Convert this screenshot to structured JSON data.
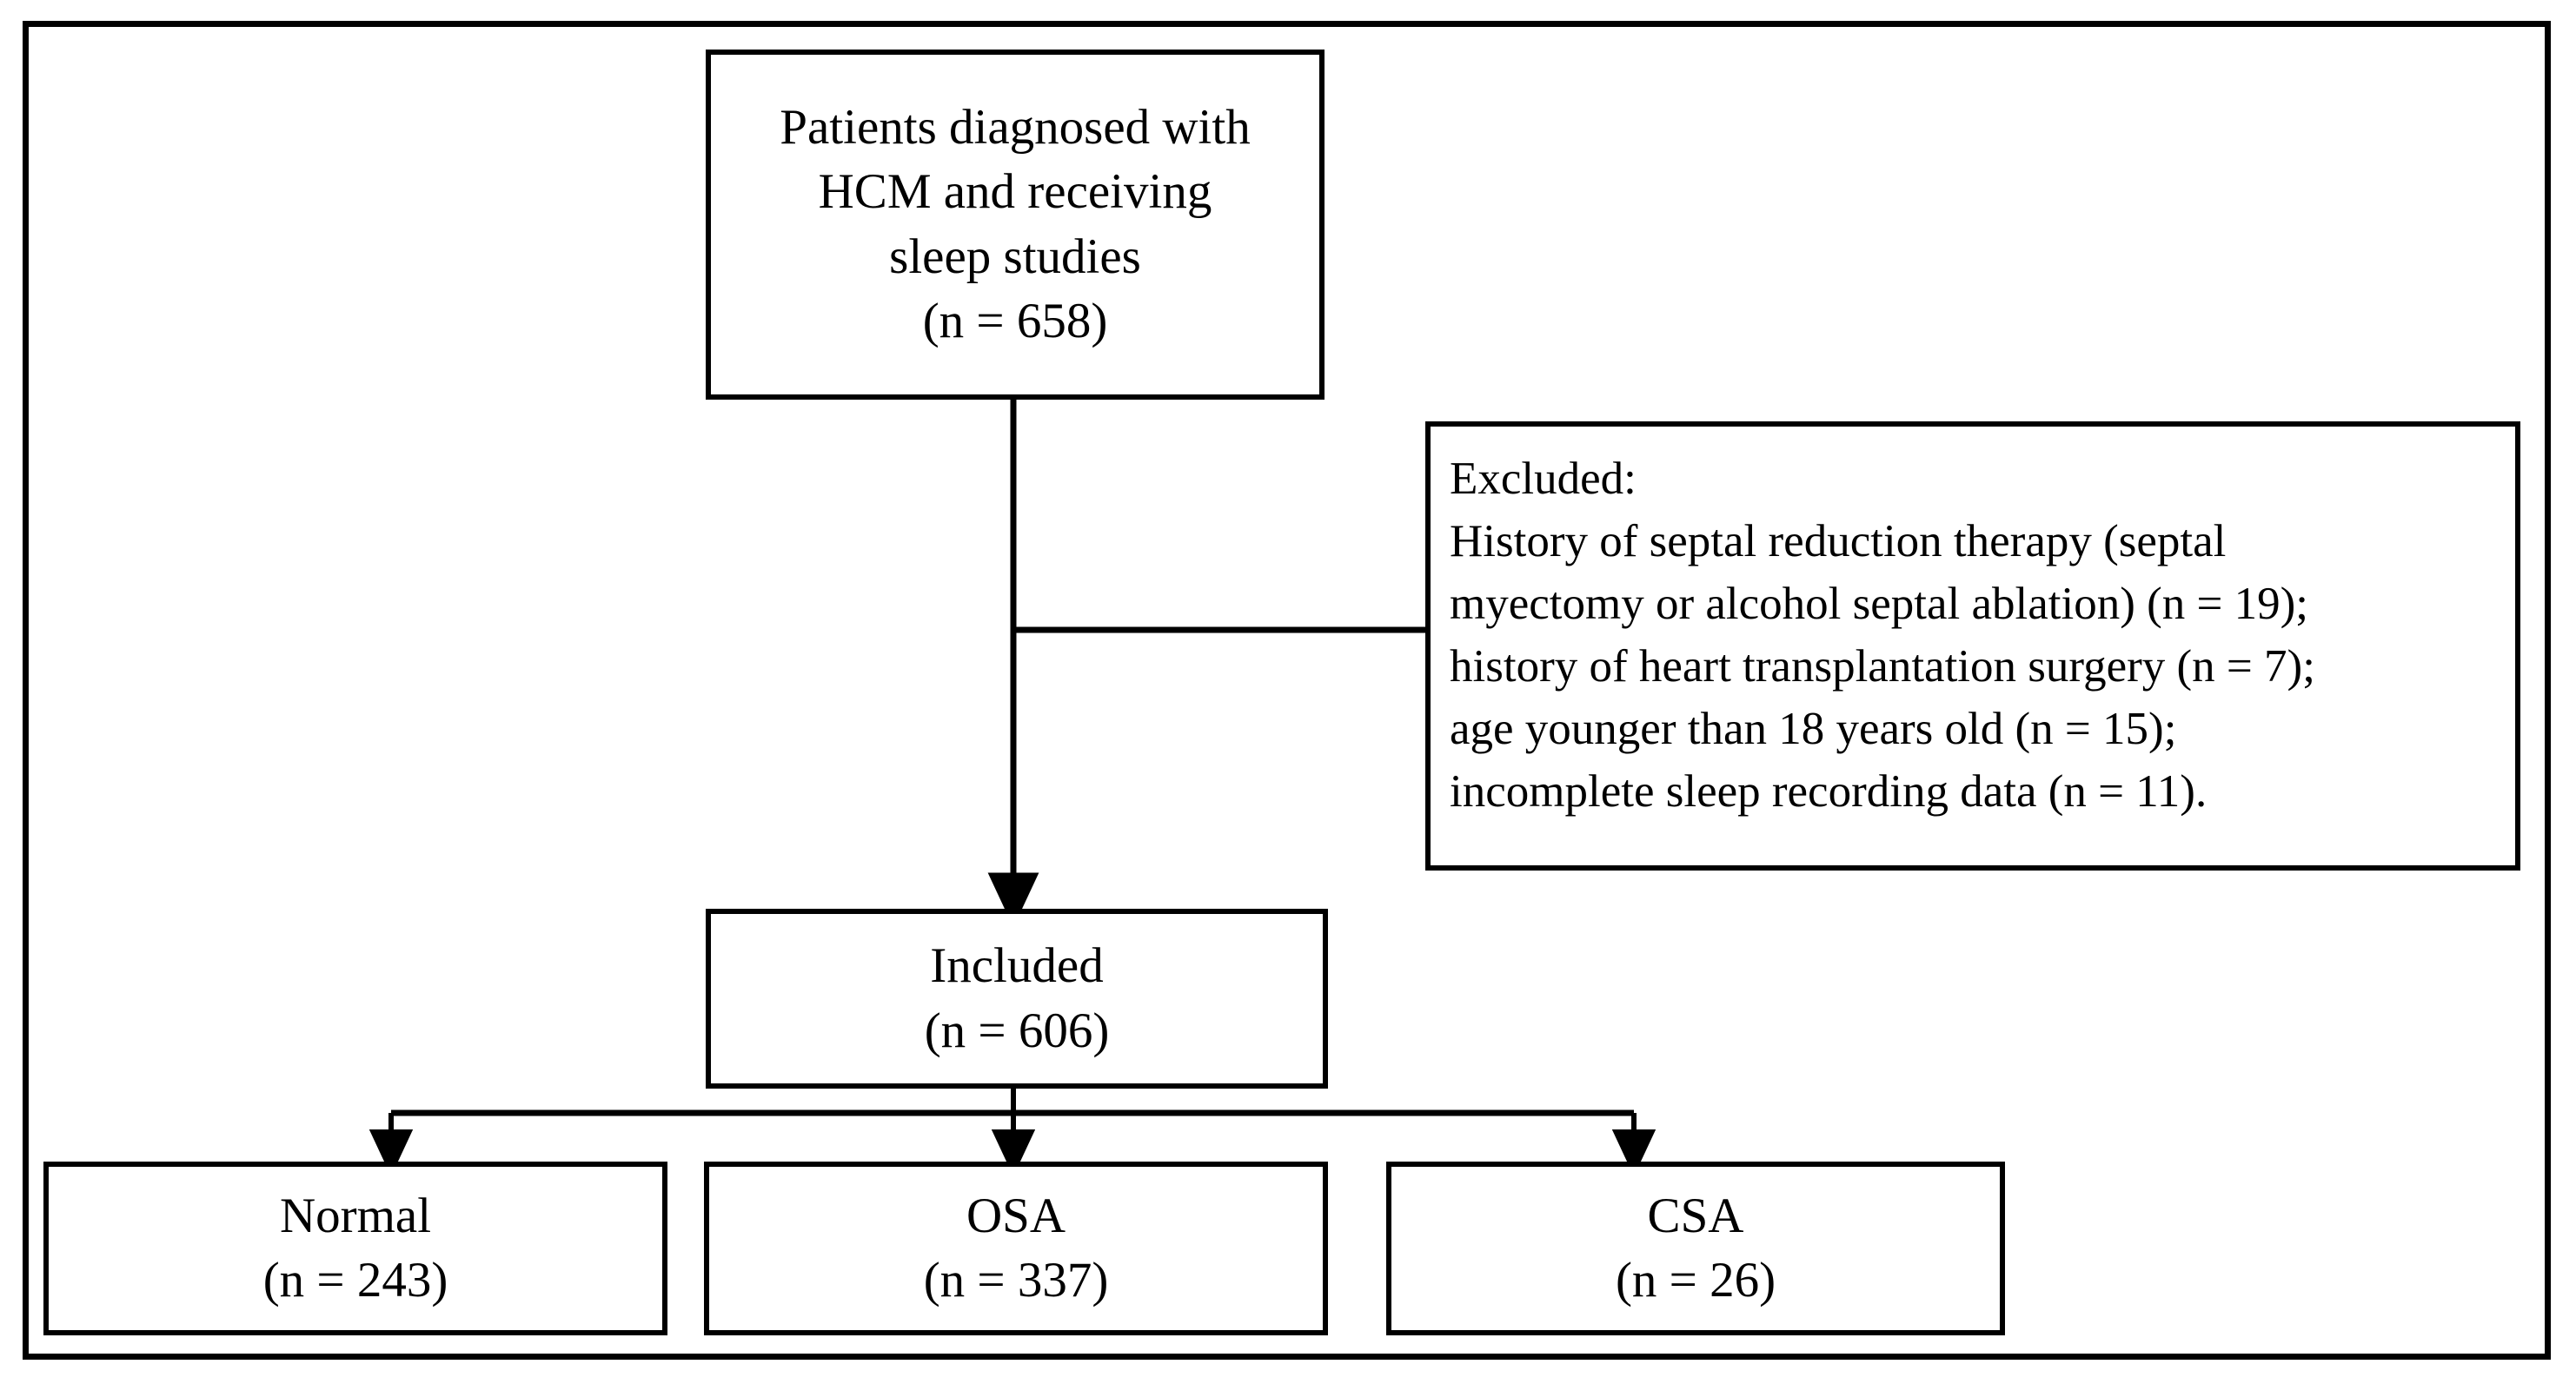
{
  "figure": {
    "type": "flow-diagram",
    "title_visible": false,
    "border_color": "#000000",
    "background_color": "#ffffff",
    "text_color": "#000000"
  },
  "boxes": {
    "enrolled": {
      "name": "enrolled-cohort-box",
      "lines": [
        "Patients diagnosed with",
        "HCM and receiving",
        "sleep studies",
        "(n = 658)"
      ],
      "n": 658
    },
    "excluded": {
      "name": "excluded-criteria-box",
      "lines": [
        "Excluded:",
        "History of septal reduction therapy (septal",
        "myectomy or alcohol septal ablation) (n = 19);",
        "history of heart transplantation surgery (n = 7);",
        "age younger than 18 years old (n = 15);",
        "incomplete sleep recording data (n = 11)."
      ],
      "criteria": [
        {
          "reason": "History of septal reduction therapy (septal myectomy or alcohol septal ablation)",
          "n": 19
        },
        {
          "reason": "history of heart transplantation surgery",
          "n": 7
        },
        {
          "reason": "age younger than 18 years old",
          "n": 15
        },
        {
          "reason": "incomplete sleep recording data",
          "n": 11
        }
      ]
    },
    "included": {
      "name": "included-cohort-box",
      "lines": [
        "Included",
        "(n = 606)"
      ],
      "n": 606
    },
    "groups": [
      {
        "name": "normal-group-box",
        "lines": [
          "Normal",
          "(n = 243)"
        ],
        "label": "Normal",
        "n": 243
      },
      {
        "name": "osa-group-box",
        "lines": [
          "OSA",
          "(n = 337)"
        ],
        "label": "OSA",
        "n": 337
      },
      {
        "name": "csa-group-box",
        "lines": [
          "CSA",
          "(n = 26)"
        ],
        "label": "CSA",
        "n": 26
      }
    ]
  },
  "connectors": {
    "enrolled_to_included": "vertical-arrow",
    "enrolled_to_excluded": "horizontal-branch-line",
    "included_to_groups": "three-way-branch-arrows"
  }
}
